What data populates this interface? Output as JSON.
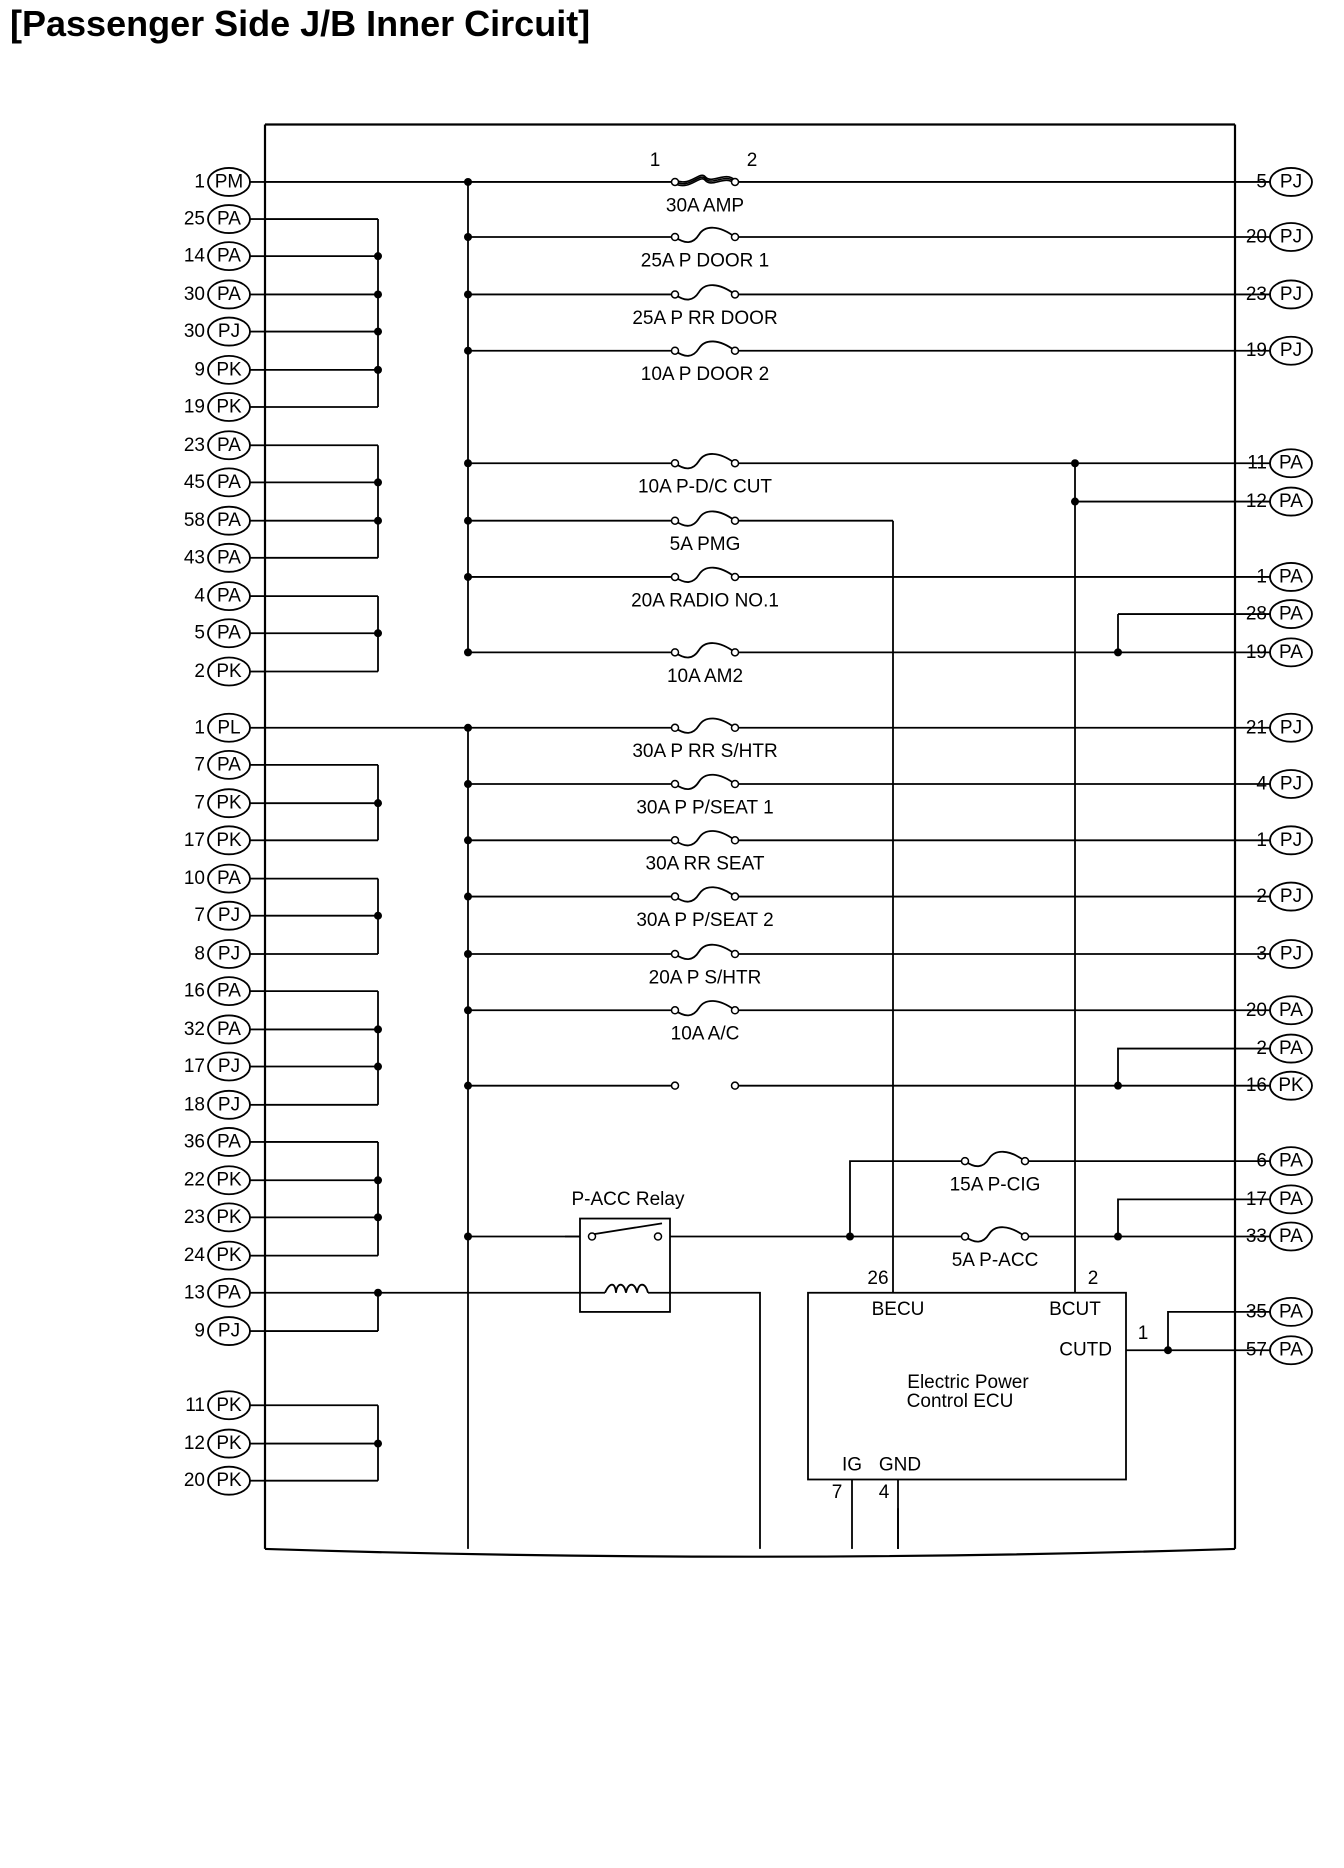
{
  "title": "[Passenger Side J/B Inner Circuit]",
  "colors": {
    "line": "#000000",
    "background": "#ffffff"
  },
  "left_terminals": [
    {
      "num": "1",
      "conn": "PM"
    },
    {
      "num": "25",
      "conn": "PA"
    },
    {
      "num": "14",
      "conn": "PA"
    },
    {
      "num": "30",
      "conn": "PA"
    },
    {
      "num": "30",
      "conn": "PJ"
    },
    {
      "num": "9",
      "conn": "PK"
    },
    {
      "num": "19",
      "conn": "PK"
    },
    {
      "num": "23",
      "conn": "PA"
    },
    {
      "num": "45",
      "conn": "PA"
    },
    {
      "num": "58",
      "conn": "PA"
    },
    {
      "num": "43",
      "conn": "PA"
    },
    {
      "num": "4",
      "conn": "PA"
    },
    {
      "num": "5",
      "conn": "PA"
    },
    {
      "num": "2",
      "conn": "PK"
    },
    {
      "num": "1",
      "conn": "PL"
    },
    {
      "num": "7",
      "conn": "PA"
    },
    {
      "num": "7",
      "conn": "PK"
    },
    {
      "num": "17",
      "conn": "PK"
    },
    {
      "num": "10",
      "conn": "PA"
    },
    {
      "num": "7",
      "conn": "PJ"
    },
    {
      "num": "8",
      "conn": "PJ"
    },
    {
      "num": "16",
      "conn": "PA"
    },
    {
      "num": "32",
      "conn": "PA"
    },
    {
      "num": "17",
      "conn": "PJ"
    },
    {
      "num": "18",
      "conn": "PJ"
    },
    {
      "num": "36",
      "conn": "PA"
    },
    {
      "num": "22",
      "conn": "PK"
    },
    {
      "num": "23",
      "conn": "PK"
    },
    {
      "num": "24",
      "conn": "PK"
    },
    {
      "num": "13",
      "conn": "PA"
    },
    {
      "num": "9",
      "conn": "PJ"
    },
    {
      "num": "11",
      "conn": "PK"
    },
    {
      "num": "12",
      "conn": "PK"
    },
    {
      "num": "20",
      "conn": "PK"
    }
  ],
  "right_terminals": [
    {
      "num": "5",
      "conn": "PJ"
    },
    {
      "num": "20",
      "conn": "PJ"
    },
    {
      "num": "23",
      "conn": "PJ"
    },
    {
      "num": "19",
      "conn": "PJ"
    },
    {
      "num": "11",
      "conn": "PA"
    },
    {
      "num": "12",
      "conn": "PA"
    },
    {
      "num": "1",
      "conn": "PA"
    },
    {
      "num": "28",
      "conn": "PA"
    },
    {
      "num": "19",
      "conn": "PA"
    },
    {
      "num": "21",
      "conn": "PJ"
    },
    {
      "num": "4",
      "conn": "PJ"
    },
    {
      "num": "1",
      "conn": "PJ"
    },
    {
      "num": "2",
      "conn": "PJ"
    },
    {
      "num": "3",
      "conn": "PJ"
    },
    {
      "num": "20",
      "conn": "PA"
    },
    {
      "num": "2",
      "conn": "PA"
    },
    {
      "num": "16",
      "conn": "PK"
    },
    {
      "num": "6",
      "conn": "PA"
    },
    {
      "num": "17",
      "conn": "PA"
    },
    {
      "num": "33",
      "conn": "PA"
    },
    {
      "num": "35",
      "conn": "PA"
    },
    {
      "num": "57",
      "conn": "PA"
    }
  ],
  "fuses": [
    {
      "label": "30A AMP",
      "pin_left": "1",
      "pin_right": "2"
    },
    {
      "label": "25A P DOOR 1"
    },
    {
      "label": "25A P RR DOOR"
    },
    {
      "label": "10A P DOOR 2"
    },
    {
      "label": "10A P-D/C CUT"
    },
    {
      "label": "5A PMG"
    },
    {
      "label": "20A RADIO NO.1"
    },
    {
      "label": "10A AM2"
    },
    {
      "label": "30A P RR S/HTR"
    },
    {
      "label": "30A P P/SEAT 1"
    },
    {
      "label": "30A RR SEAT"
    },
    {
      "label": "30A P P/SEAT 2"
    },
    {
      "label": "20A P S/HTR"
    },
    {
      "label": "10A A/C"
    },
    {
      "label": "15A P-CIG"
    },
    {
      "label": "5A P-ACC"
    }
  ],
  "relay": {
    "label": "P-ACC Relay"
  },
  "ecu": {
    "name_line1": "Electric Power",
    "name_line2": "Control ECU",
    "becu": "BECU",
    "bcut": "BCUT",
    "cutd": "CUTD",
    "ig": "IG",
    "gnd": "GND",
    "pin_becu": "26",
    "pin_bcut": "2",
    "pin_cutd": "1",
    "pin_ig": "7",
    "pin_gnd": "4"
  }
}
